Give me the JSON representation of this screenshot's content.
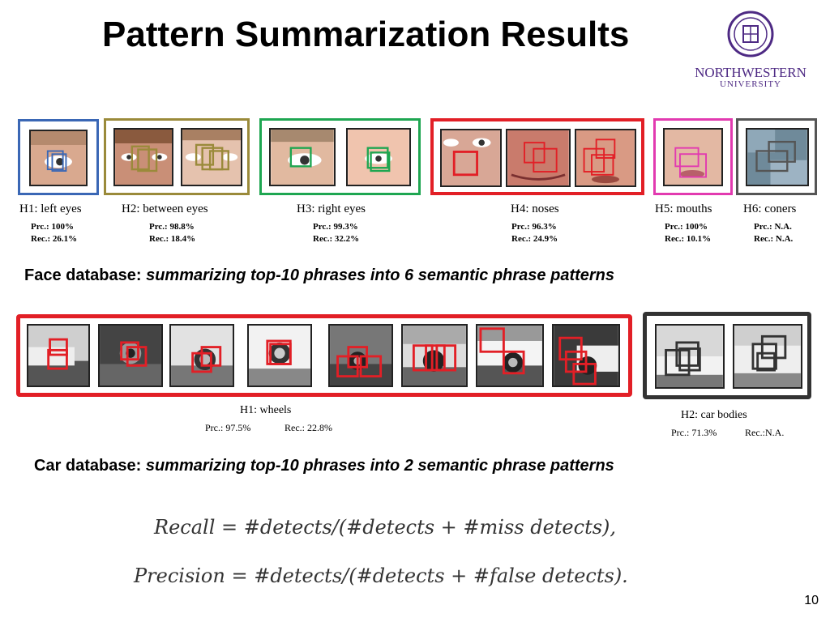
{
  "title": "Pattern Summarization Results",
  "logo": {
    "name": "NORTHWESTERN",
    "sub": "UNIVERSITY"
  },
  "face_section": {
    "patterns": [
      {
        "name": "H1: left eyes",
        "precision": "Prc.: 100%",
        "recall": "Rec.: 26.1%",
        "color": "#3a67b5"
      },
      {
        "name": "H2: between eyes",
        "precision": "Prc.: 98.8%",
        "recall": "Rec.: 18.4%",
        "color": "#9a8a3a"
      },
      {
        "name": "H3: right eyes",
        "precision": "Prc.: 99.3%",
        "recall": "Rec.: 32.2%",
        "color": "#1ea651"
      },
      {
        "name": "H4: noses",
        "precision": "Prc.: 96.3%",
        "recall": "Rec.: 24.9%",
        "color": "#e21f26"
      },
      {
        "name": "H5: mouths",
        "precision": "Prc.: 100%",
        "recall": "Rec.: 10.1%",
        "color": "#e23ab0"
      },
      {
        "name": "H6: coners",
        "precision": "Prc.: N.A.",
        "recall": "Rec.: N.A.",
        "color": "#555555"
      }
    ],
    "caption_bold": "Face database:",
    "caption_italic": "summarizing top-10 phrases into 6 semantic phrase patterns"
  },
  "car_section": {
    "patterns": [
      {
        "name": "H1: wheels",
        "precision": "Prc.: 97.5%",
        "recall": "Rec.: 22.8%",
        "color": "#e21f26"
      },
      {
        "name": "H2: car bodies",
        "precision": "Prc.: 71.3%",
        "recall": "Rec.:N.A.",
        "color": "#333333"
      }
    ],
    "caption_bold": "Car database:",
    "caption_italic": "summarizing top-10 phrases into 2 semantic phrase patterns"
  },
  "formulas": {
    "recall": "Recall = #detects/(#detects + #miss  detects),",
    "precision": "Precision = #detects/(#detects + #false  detects)."
  },
  "page_number": "10"
}
